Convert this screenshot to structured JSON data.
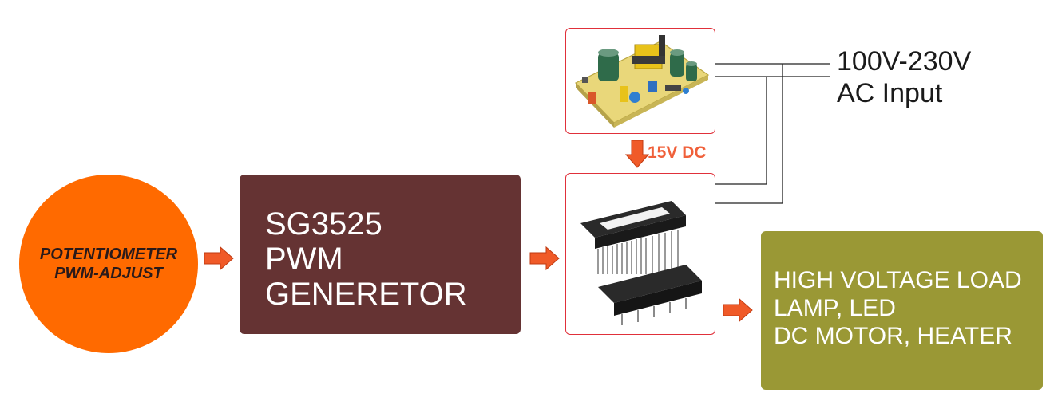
{
  "potentiometer": {
    "line1": "POTENTIOMETER",
    "line2": "PWM-ADJUST"
  },
  "pwm_generator": {
    "line1": "SG3525",
    "line2": "PWM",
    "line3": "GENERETOR"
  },
  "power_supply": {
    "dc_label": "15V DC"
  },
  "ac_input": {
    "line1": "100V-230V",
    "line2": "AC Input"
  },
  "load": {
    "line1": "HIGH VOLTAGE LOAD",
    "line2": "LAMP, LED",
    "line3": "DC MOTOR, HEATER"
  },
  "colors": {
    "potentiometer": "#ff6a00",
    "pwm_block": "#653333",
    "load_block": "#9a9835",
    "arrow": "#f05a28",
    "frame_border": "#e0303a"
  }
}
